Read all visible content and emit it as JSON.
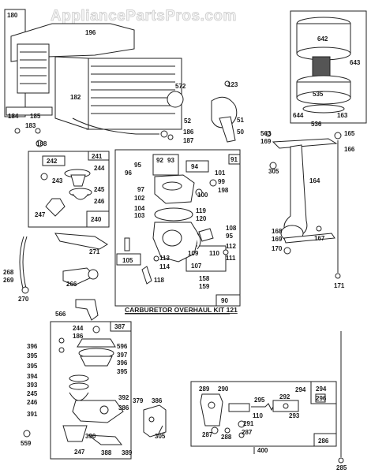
{
  "watermark": "AppliancePartsPros.com",
  "kit_caption": "CARBURETOR OVERHAUL KIT 121",
  "labels": {
    "l180": "180",
    "l196": "196",
    "l182": "182",
    "l183": "183",
    "l184": "184",
    "l185": "185",
    "l188": "188",
    "l572": "572",
    "l123": "123",
    "l52": "52",
    "l51": "51",
    "l50": "50",
    "l186": "186",
    "l187": "187",
    "l642": "642",
    "l643": "643",
    "l535": "535",
    "l644": "644",
    "l536": "536",
    "l163": "163",
    "l563": "563",
    "l169a": "169",
    "l165": "165",
    "l166": "166",
    "l305a": "305",
    "l164": "164",
    "l168": "168",
    "l169b": "169",
    "l170": "170",
    "l167": "167",
    "l171": "171",
    "l241": "241",
    "l242": "242",
    "l244a": "244",
    "l243": "243",
    "l245a": "245",
    "l246a": "246",
    "l247a": "247",
    "l240": "240",
    "l271": "271",
    "l268": "268",
    "l269": "269",
    "l270": "270",
    "l266": "266",
    "l566": "566",
    "l96": "96",
    "l95a": "95",
    "l92": "92",
    "l93": "93",
    "l94": "94",
    "l91": "91",
    "l101": "101",
    "l99": "99",
    "l198": "198",
    "l100": "100",
    "l97": "97",
    "l102": "102",
    "l104": "104",
    "l103": "103",
    "l119": "119",
    "l120": "120",
    "l108": "108",
    "l95b": "95",
    "l109": "109",
    "l110": "110",
    "l112": "112",
    "l111": "111",
    "l107": "107",
    "l105": "105",
    "l113": "113",
    "l114": "114",
    "l118": "118",
    "l158": "158",
    "l159": "159",
    "l90": "90",
    "l387": "387",
    "l244b": "244",
    "l186b": "186",
    "l396a": "396",
    "l395a": "395",
    "l395b": "395",
    "l394": "394",
    "l393": "393",
    "l245b": "245",
    "l246b": "246",
    "l391": "391",
    "l596": "596",
    "l397": "397",
    "l396b": "396",
    "l395c": "395",
    "l392": "392",
    "l390": "390",
    "l386a": "386",
    "l379": "379",
    "l386b": "386",
    "l305b": "305",
    "l388": "388",
    "l389": "389",
    "l247b": "247",
    "l559": "559",
    "l289": "289",
    "l290": "290",
    "l292": "292",
    "l294a": "294",
    "l294b": "294",
    "l296": "296",
    "l295": "295",
    "l110b": "110",
    "l293": "293",
    "l291": "291",
    "l287a": "287",
    "l288": "288",
    "l287b": "287",
    "l286": "286",
    "l400": "400",
    "l285": "285"
  }
}
